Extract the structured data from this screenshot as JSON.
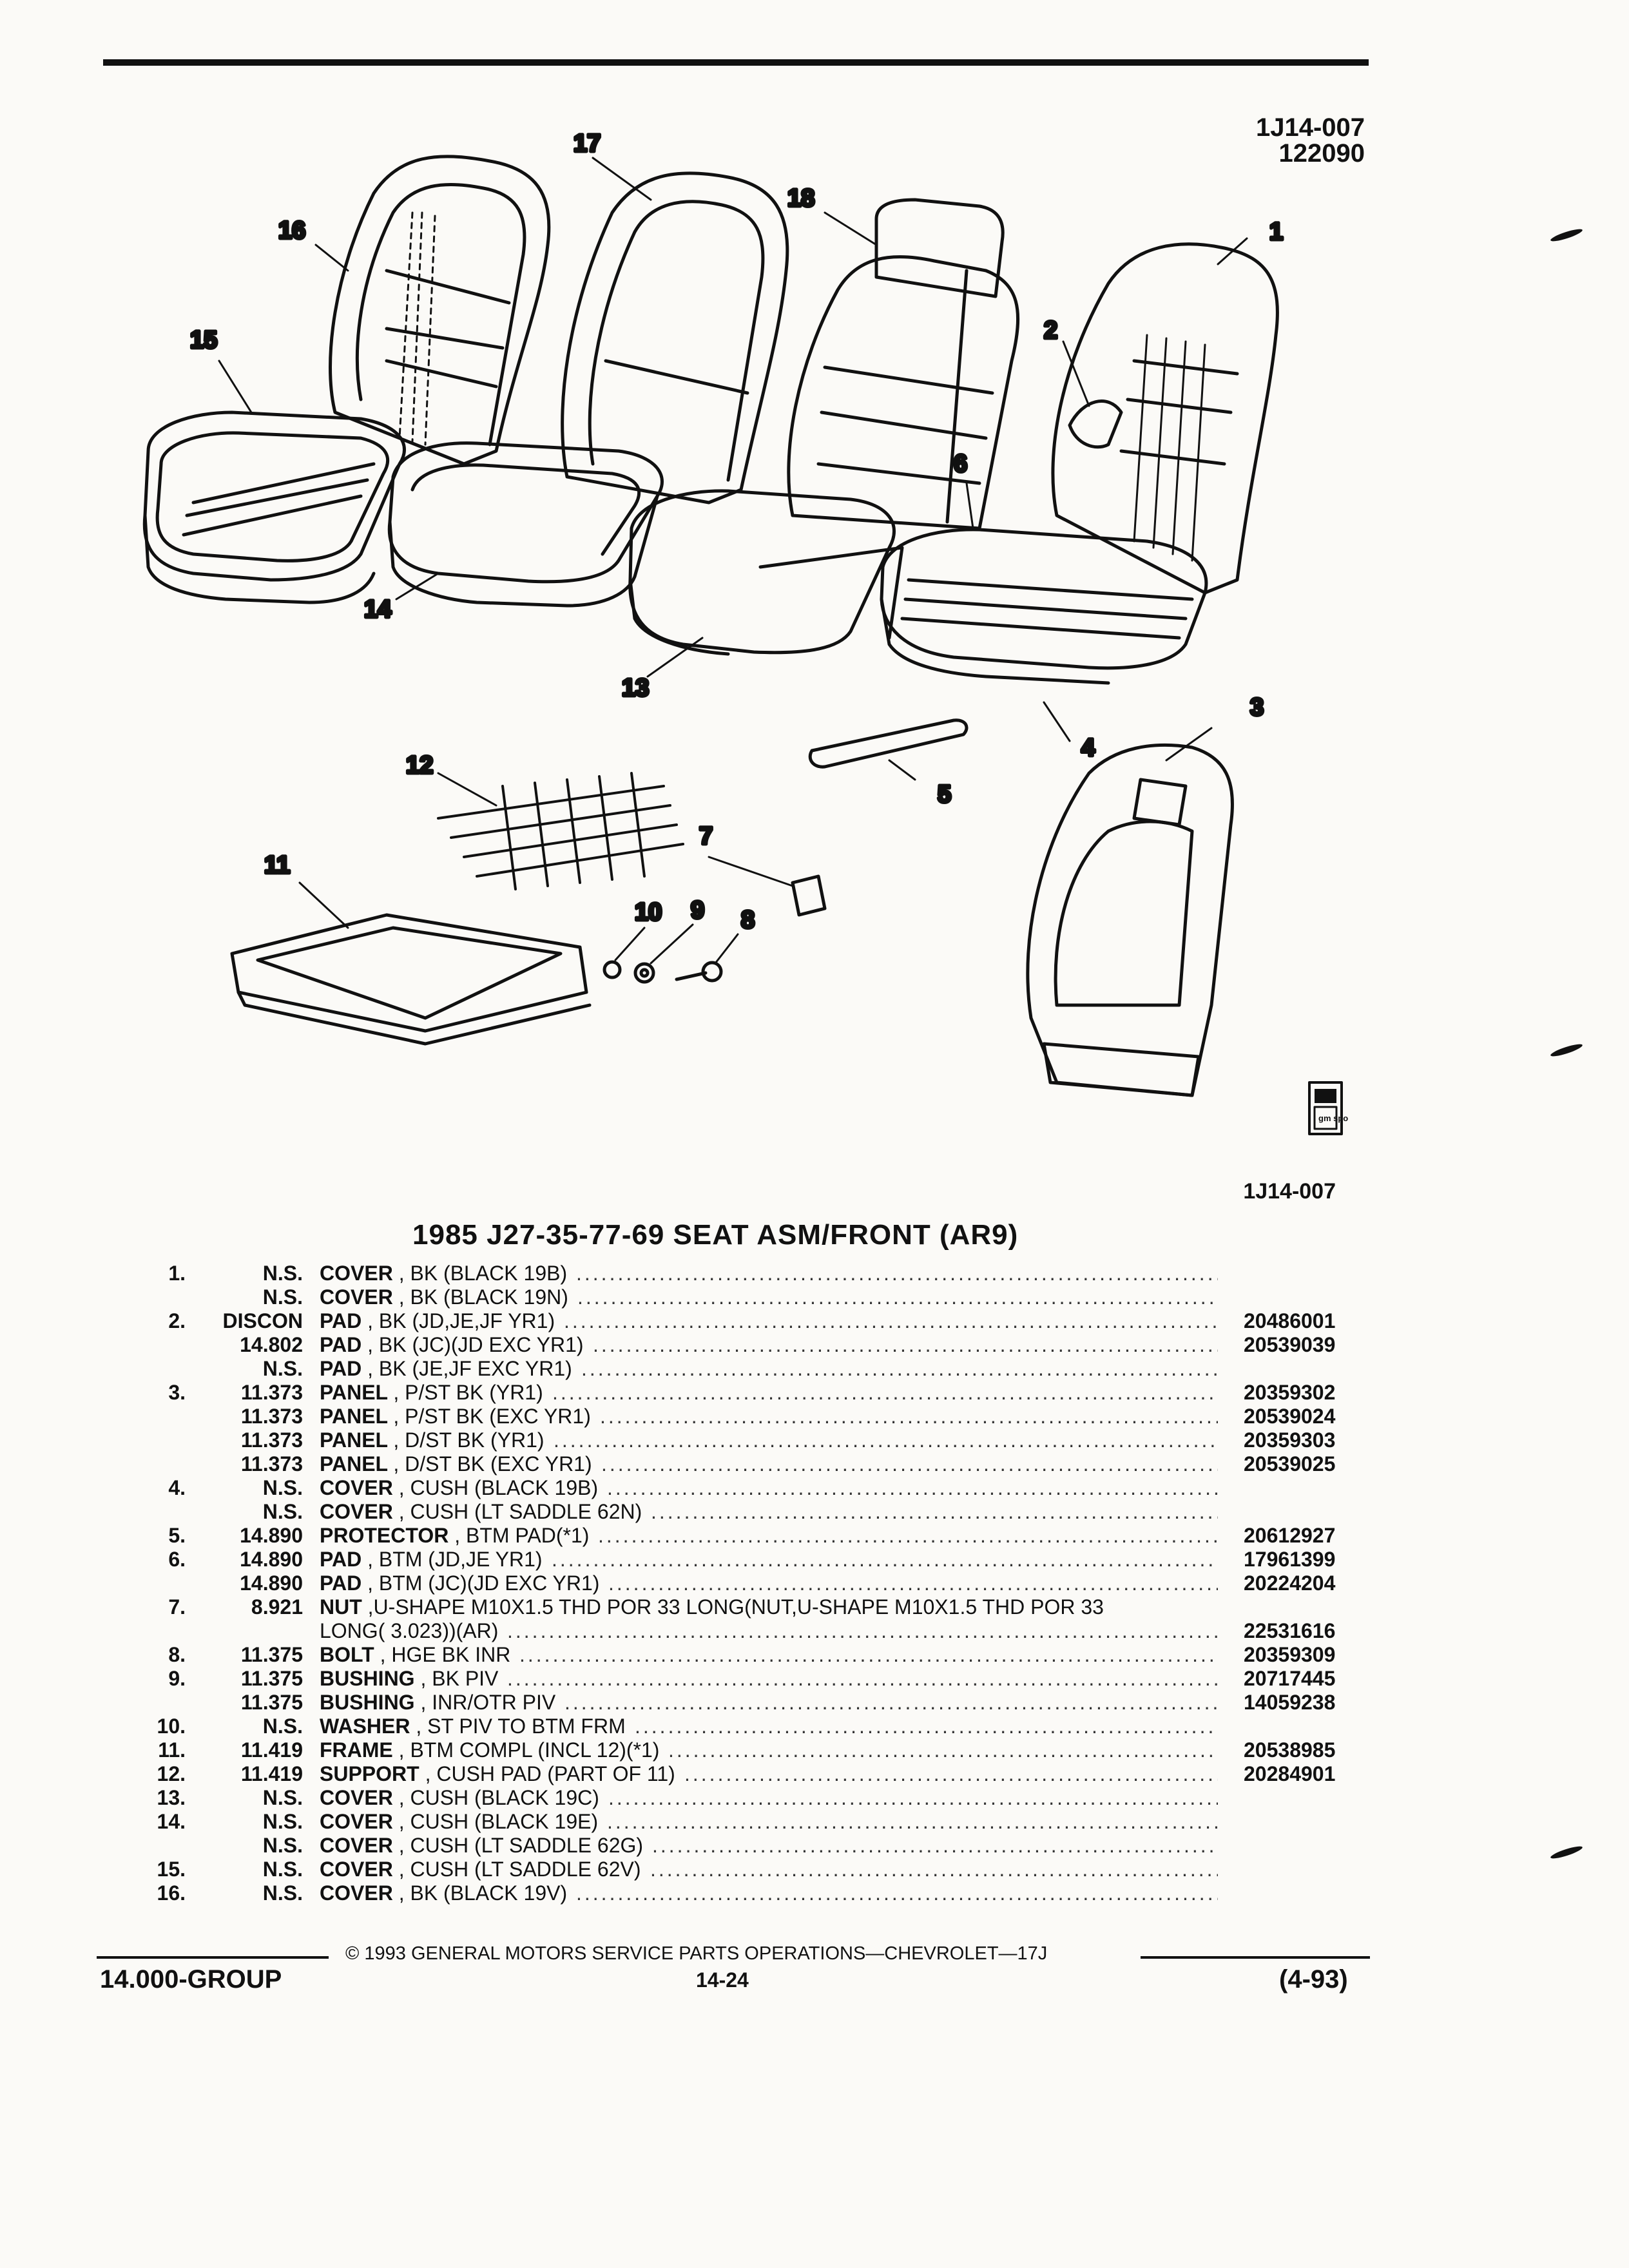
{
  "header": {
    "doc_id": "1J14-007",
    "doc_code": "122090",
    "figure_id": "1J14-007"
  },
  "callouts": [
    "1",
    "2",
    "3",
    "4",
    "5",
    "6",
    "7",
    "8",
    "9",
    "10",
    "11",
    "12",
    "13",
    "14",
    "15",
    "16",
    "17",
    "18"
  ],
  "logo_text": "gm spo",
  "title": "1985 J27-35-77-69 SEAT ASM/FRONT (AR9)",
  "rows": [
    {
      "item": "1.",
      "qty": "N.S.",
      "desc": "COVER",
      "sub": ", BK (BLACK 19B)",
      "part": ""
    },
    {
      "item": "",
      "qty": "N.S.",
      "desc": "COVER",
      "sub": ", BK (BLACK 19N)",
      "part": ""
    },
    {
      "item": "2.",
      "qty": "DISCON",
      "desc": "PAD",
      "sub": ", BK (JD,JE,JF YR1)",
      "part": "20486001"
    },
    {
      "item": "",
      "qty": "14.802",
      "desc": "PAD",
      "sub": ", BK (JC)(JD EXC YR1)",
      "part": "20539039"
    },
    {
      "item": "",
      "qty": "N.S.",
      "desc": "PAD",
      "sub": ", BK (JE,JF EXC YR1)",
      "part": ""
    },
    {
      "item": "3.",
      "qty": "11.373",
      "desc": "PANEL",
      "sub": ", P/ST BK (YR1)",
      "part": "20359302"
    },
    {
      "item": "",
      "qty": "11.373",
      "desc": "PANEL",
      "sub": ", P/ST BK (EXC YR1)",
      "part": "20539024"
    },
    {
      "item": "",
      "qty": "11.373",
      "desc": "PANEL",
      "sub": ", D/ST BK (YR1)",
      "part": "20359303"
    },
    {
      "item": "",
      "qty": "11.373",
      "desc": "PANEL",
      "sub": ", D/ST BK (EXC YR1)",
      "part": "20539025"
    },
    {
      "item": "4.",
      "qty": "N.S.",
      "desc": "COVER",
      "sub": ", CUSH (BLACK 19B)",
      "part": ""
    },
    {
      "item": "",
      "qty": "N.S.",
      "desc": "COVER",
      "sub": ", CUSH (LT SADDLE 62N)",
      "part": ""
    },
    {
      "item": "5.",
      "qty": "14.890",
      "desc": "PROTECTOR",
      "sub": ", BTM PAD(*1)",
      "part": "20612927"
    },
    {
      "item": "6.",
      "qty": "14.890",
      "desc": "PAD",
      "sub": ", BTM (JD,JE YR1)",
      "part": "17961399"
    },
    {
      "item": "",
      "qty": "14.890",
      "desc": "PAD",
      "sub": ", BTM (JC)(JD EXC YR1)",
      "part": "20224204"
    },
    {
      "item": "7.",
      "qty": "8.921",
      "desc": "NUT",
      "sub": ",U-SHAPE M10X1.5 THD POR 33 LONG(NUT,U-SHAPE M10X1.5 THD POR 33",
      "part": "",
      "nodots": true
    },
    {
      "item": "",
      "qty": "",
      "desc": "",
      "sub": "LONG( 3.023))(AR)",
      "part": "22531616"
    },
    {
      "item": "8.",
      "qty": "11.375",
      "desc": "BOLT",
      "sub": ", HGE BK INR",
      "part": "20359309"
    },
    {
      "item": "9.",
      "qty": "11.375",
      "desc": "BUSHING",
      "sub": ", BK PIV",
      "part": "20717445"
    },
    {
      "item": "",
      "qty": "11.375",
      "desc": "BUSHING",
      "sub": ", INR/OTR PIV",
      "part": "14059238"
    },
    {
      "item": "10.",
      "qty": "N.S.",
      "desc": "WASHER",
      "sub": ", ST PIV TO BTM FRM",
      "part": ""
    },
    {
      "item": "11.",
      "qty": "11.419",
      "desc": "FRAME",
      "sub": ", BTM COMPL (INCL 12)(*1)",
      "part": "20538985"
    },
    {
      "item": "12.",
      "qty": "11.419",
      "desc": "SUPPORT",
      "sub": ", CUSH PAD (PART OF 11)",
      "part": "20284901"
    },
    {
      "item": "13.",
      "qty": "N.S.",
      "desc": "COVER",
      "sub": ", CUSH (BLACK 19C)",
      "part": ""
    },
    {
      "item": "14.",
      "qty": "N.S.",
      "desc": "COVER",
      "sub": ", CUSH (BLACK 19E)",
      "part": ""
    },
    {
      "item": "",
      "qty": "N.S.",
      "desc": "COVER",
      "sub": ", CUSH (LT SADDLE 62G)",
      "part": ""
    },
    {
      "item": "15.",
      "qty": "N.S.",
      "desc": "COVER",
      "sub": ", CUSH (LT SADDLE 62V)",
      "part": ""
    },
    {
      "item": "16.",
      "qty": "N.S.",
      "desc": "COVER",
      "sub": ", BK (BLACK 19V)",
      "part": ""
    }
  ],
  "footer": {
    "copyright": "© 1993 GENERAL MOTORS SERVICE PARTS OPERATIONS—CHEVROLET—17J",
    "group": "14.000-GROUP",
    "page": "14-24",
    "date": "(4-93)"
  }
}
